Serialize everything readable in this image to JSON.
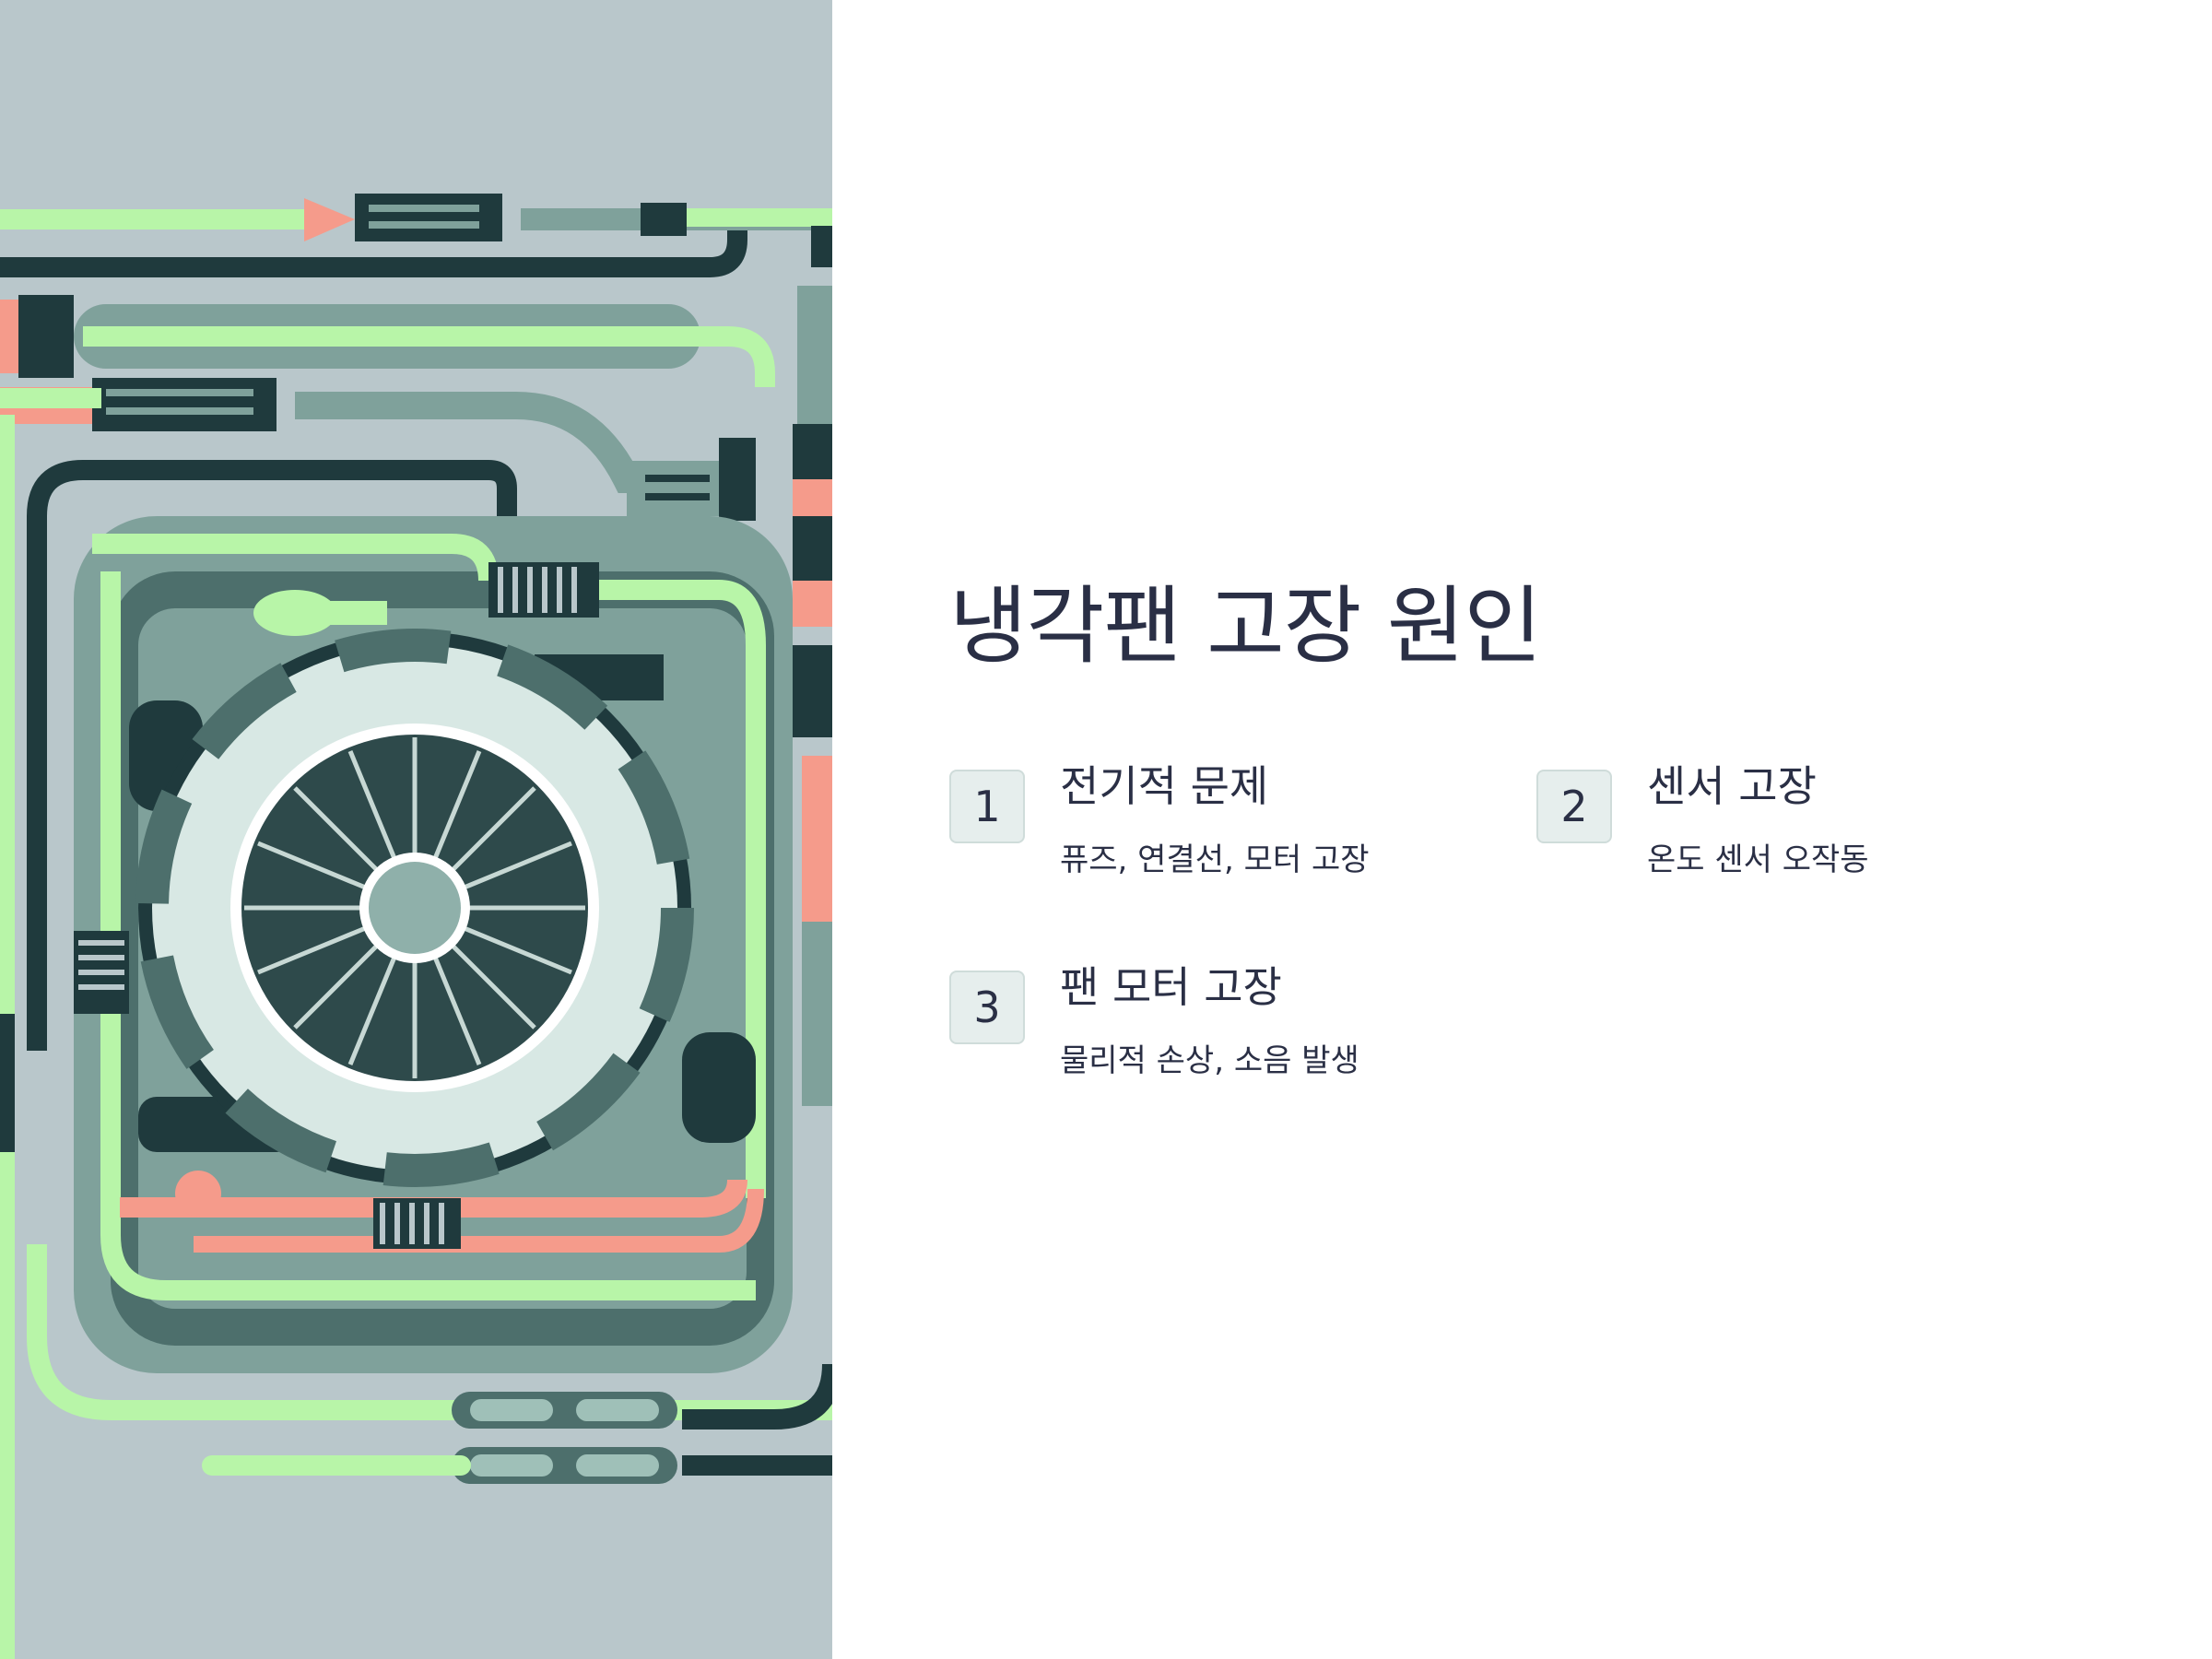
{
  "slide": {
    "title": "냉각팬 고장 원인",
    "causes": [
      {
        "number": "1",
        "heading": "전기적 문제",
        "description": "퓨즈, 연결선, 모터 고장"
      },
      {
        "number": "2",
        "heading": "센서 고장",
        "description": "온도 센서 오작동"
      },
      {
        "number": "3",
        "heading": "팬 모터 고장",
        "description": "물리적 손상, 소음 발생"
      }
    ]
  },
  "colors": {
    "illustration_bg": "#b9c7cb",
    "pipe_green": "#b8f5a8",
    "pipe_dark": "#1f3a3d",
    "pipe_gray": "#7fa19b",
    "accent_salmon": "#f59b8b",
    "text": "#2a2f45",
    "badge_bg": "#e6eeed"
  },
  "icons": [
    "cooling-fan-illustration"
  ]
}
